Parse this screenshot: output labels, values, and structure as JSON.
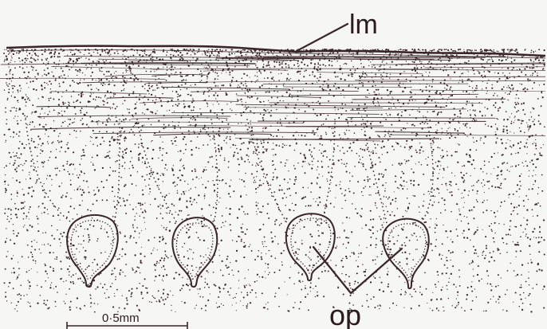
{
  "background_color": "#f6f6f5",
  "ink_color": "#3a2528",
  "labels": {
    "lm": "lm",
    "op": "op",
    "scale": "0·5mm"
  }
}
